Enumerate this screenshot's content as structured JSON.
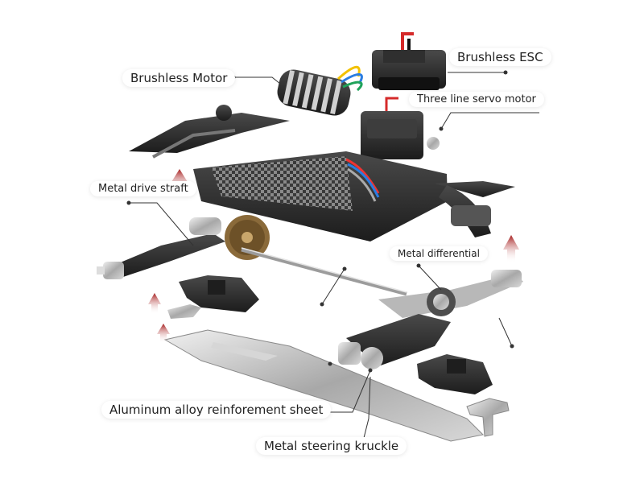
{
  "labels": {
    "brushless_motor": "Brushless Motor",
    "brushless_esc": "Brushless ESC",
    "servo_motor": "Three line servo motor",
    "drive_shaft": "Metal drive straft",
    "differential": "Metal differential",
    "reinforcement_sheet": "Aluminum alloy reinforement sheet",
    "steering_knuckle": "Metal steering kruckle"
  },
  "colors": {
    "leader": "#333333",
    "arrow": "#a51c1c",
    "dark_part": "#2b2b2b",
    "metal": "#b9b9b9",
    "gear": "#8a6a3a"
  }
}
